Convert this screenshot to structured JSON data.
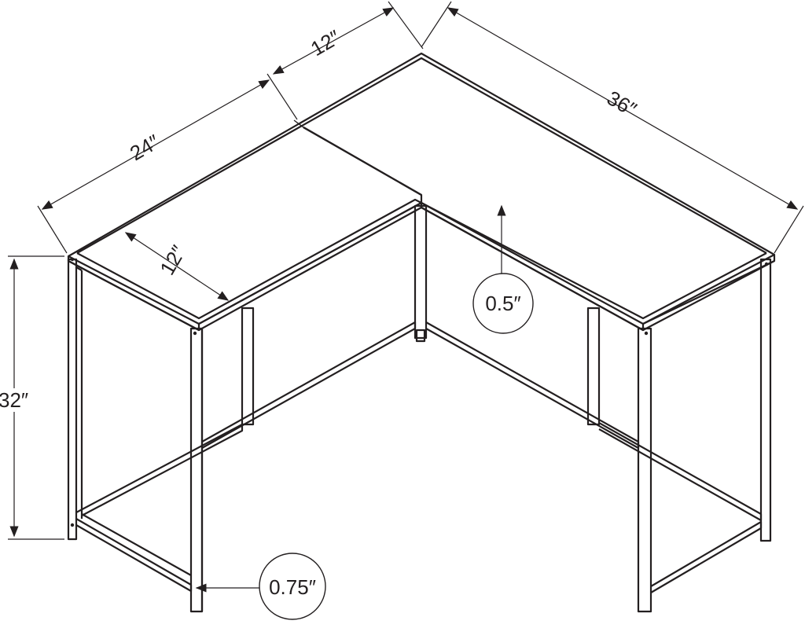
{
  "dimensions": {
    "top_left_length": "24″",
    "top_middle_depth": "12″",
    "top_right_length": "36″",
    "inner_depth": "12″",
    "height": "32″",
    "top_thickness": "0.5″",
    "leg_thickness": "0.75″"
  },
  "colors": {
    "line": "#231f20",
    "background": "#ffffff"
  }
}
